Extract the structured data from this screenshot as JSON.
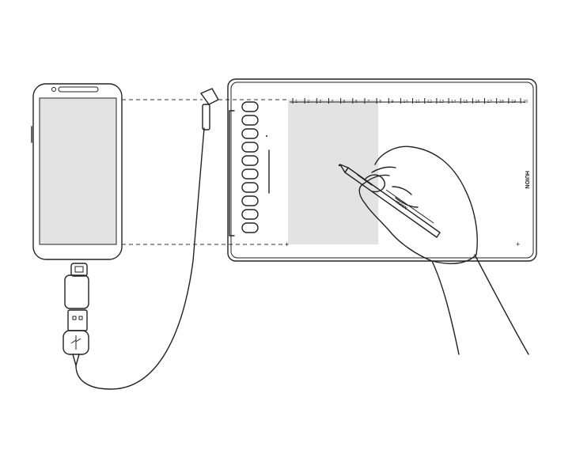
{
  "pen_label": "HUION",
  "tablet": {
    "brand_label": "HUION",
    "ruler_ticks": [
      "1",
      "2",
      "3",
      "4",
      "5",
      "6",
      "7",
      "8",
      "9",
      "10",
      "11",
      "12",
      "13",
      "14",
      "15",
      "16",
      "17",
      "18",
      "19",
      "20"
    ]
  },
  "express_keys": {
    "count": 10
  }
}
